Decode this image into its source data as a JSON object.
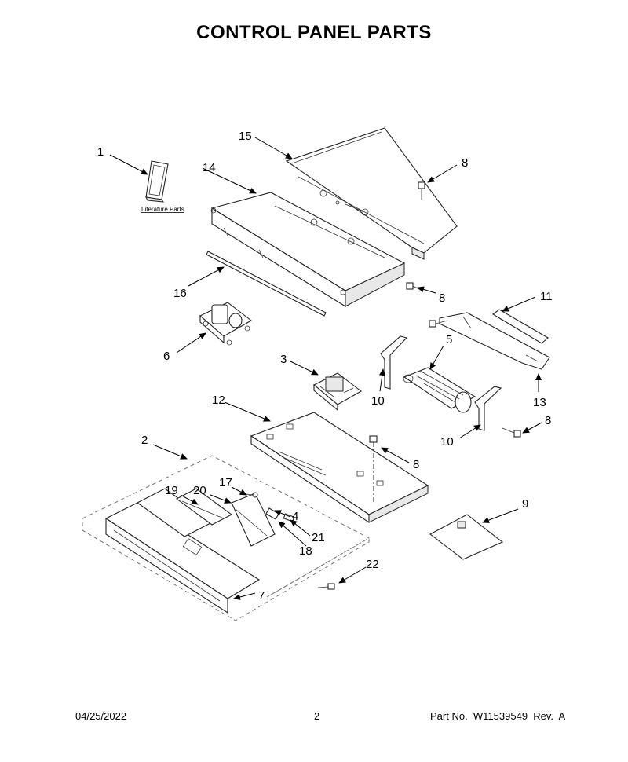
{
  "title": "CONTROL PANEL PARTS",
  "footer": {
    "date": "04/25/2022",
    "page": "2",
    "part_label": "Part No.  W11539549  Rev.  A"
  },
  "literature_label": "Literature Parts",
  "callouts": {
    "c1": "1",
    "c2": "2",
    "c3": "3",
    "c4": "4",
    "c5": "5",
    "c6": "6",
    "c7": "7",
    "c8a": "8",
    "c8b": "8",
    "c8c": "8",
    "c8d": "8",
    "c9": "9",
    "c10a": "10",
    "c10b": "10",
    "c11": "11",
    "c12": "12",
    "c13": "13",
    "c14": "14",
    "c15": "15",
    "c16": "16",
    "c17": "17",
    "c18": "18",
    "c19": "19",
    "c20": "20",
    "c21": "21",
    "c22": "22"
  }
}
